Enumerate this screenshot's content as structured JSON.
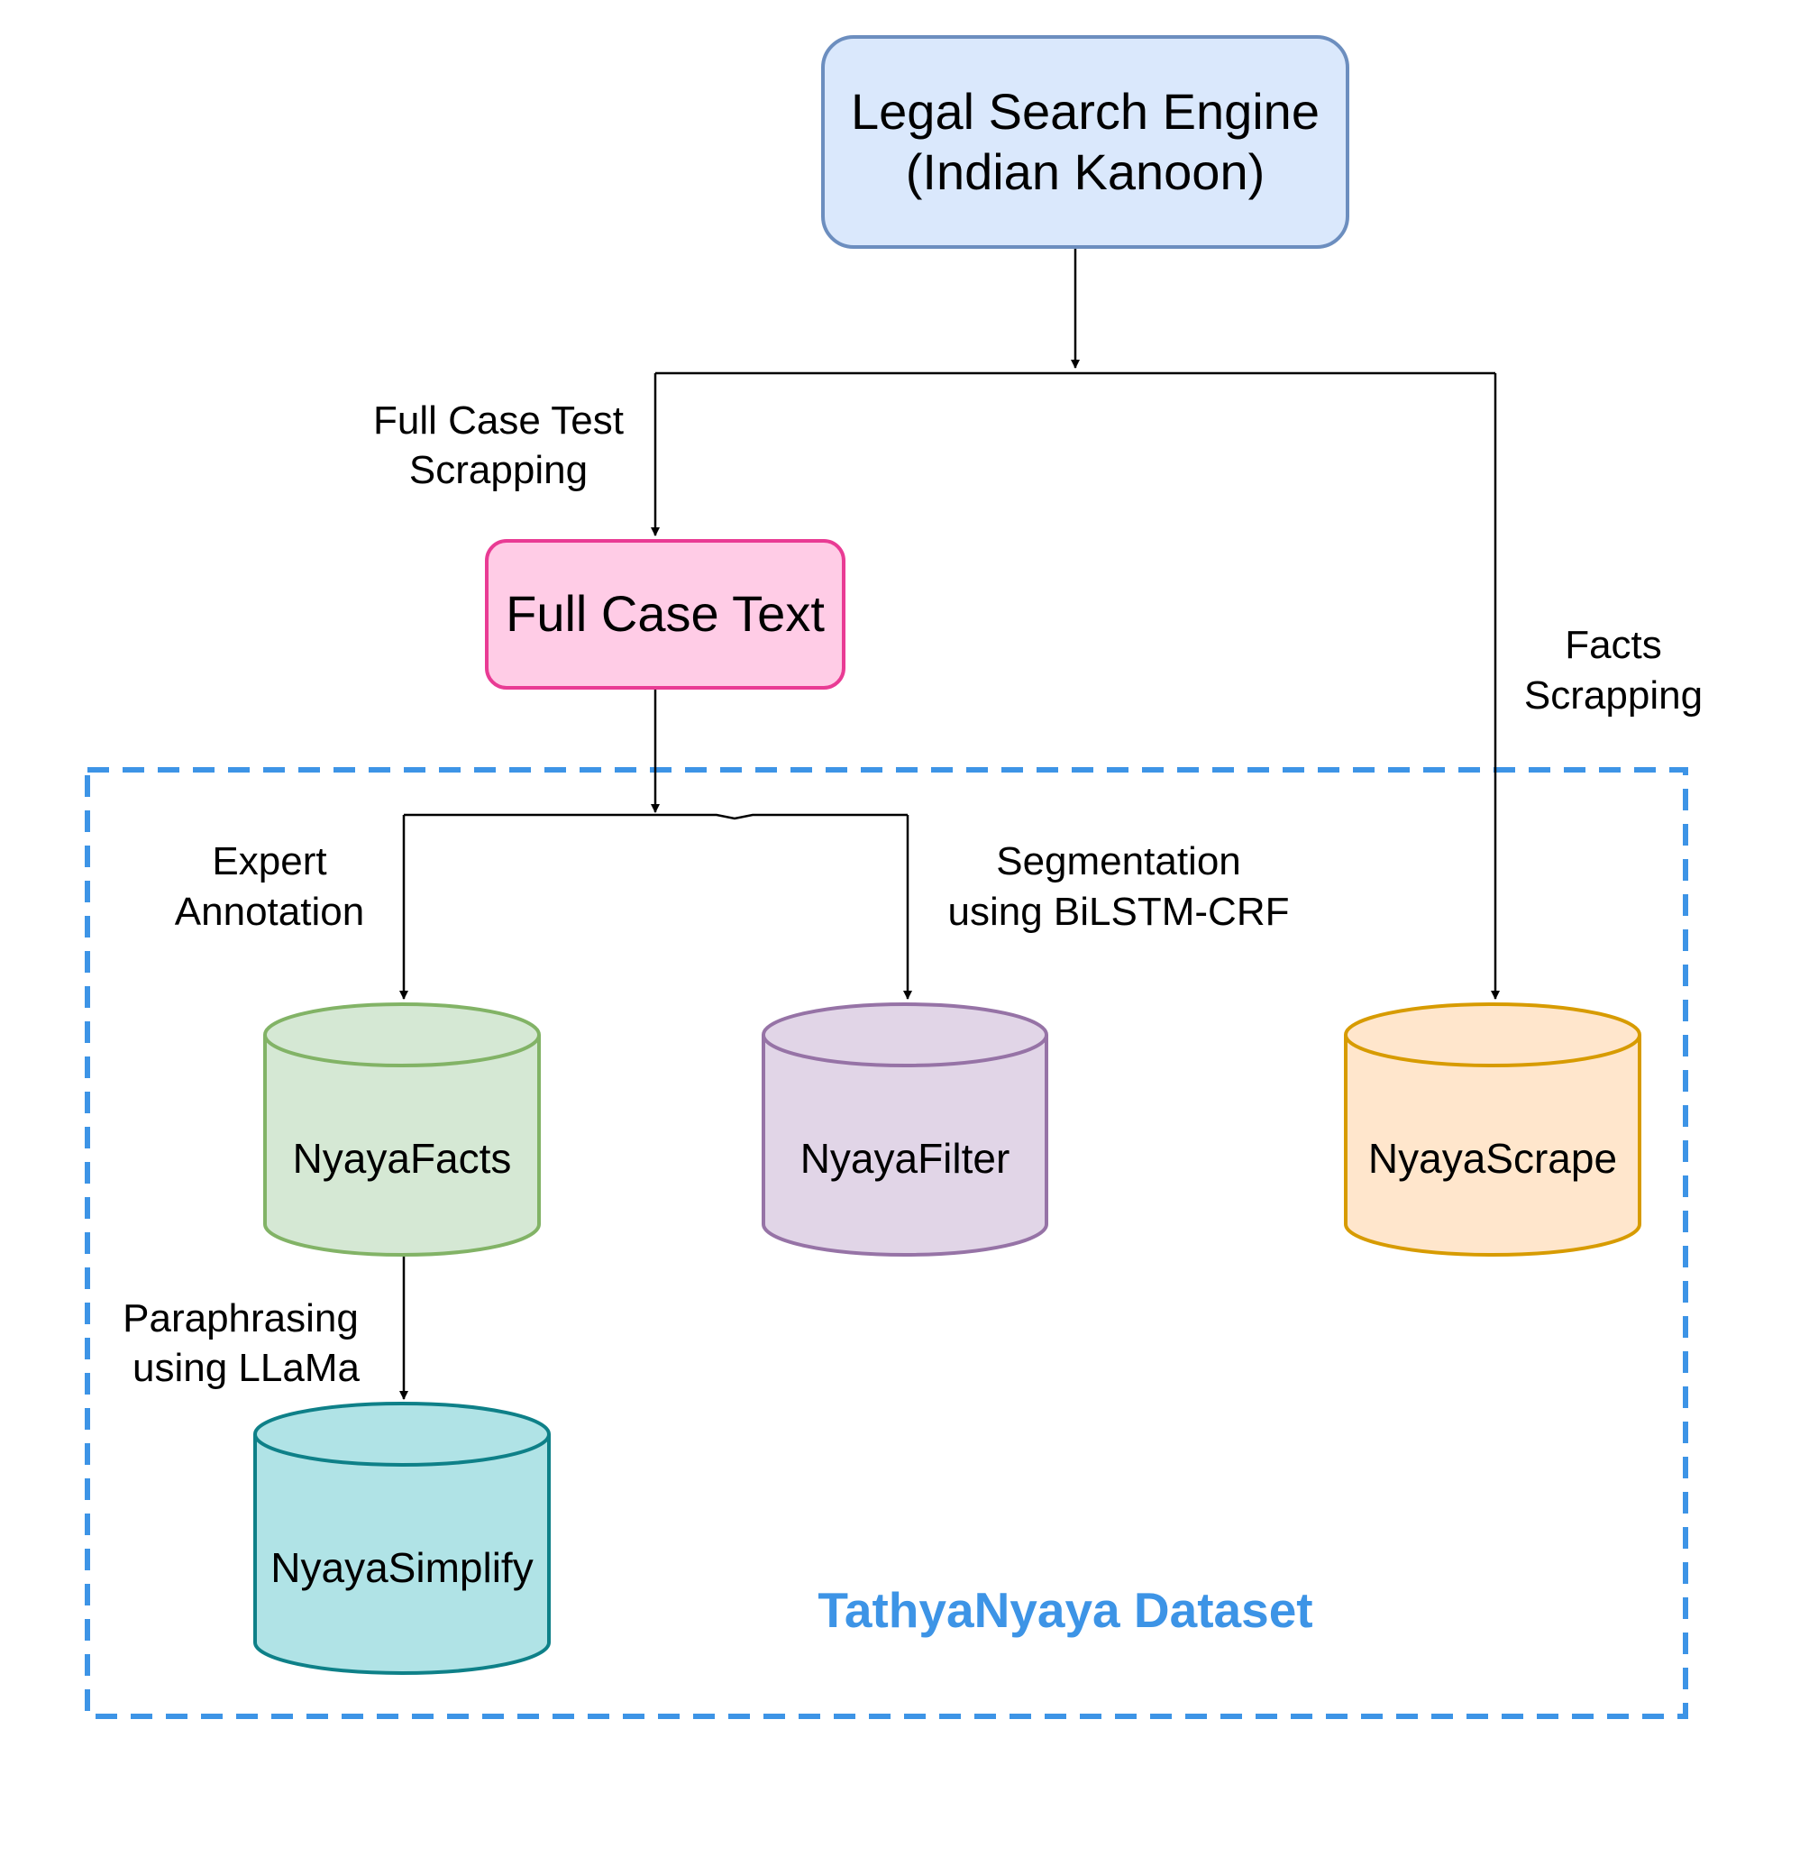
{
  "nodes": {
    "search_engine": {
      "line1": "Legal Search Engine",
      "line2": "(Indian Kanoon)",
      "fill": "#dae8fc",
      "stroke": "#6c8ebf"
    },
    "full_case_text": {
      "label": "Full Case Text",
      "fill": "#ffcce6",
      "stroke": "#e93b94"
    }
  },
  "edges": {
    "full_case_scrapping": {
      "line1": "Full Case Test",
      "line2": "Scrapping"
    },
    "facts_scrapping": {
      "line1": "Facts",
      "line2": "Scrapping"
    },
    "expert_annotation": {
      "line1": "Expert",
      "line2": "Annotation"
    },
    "segmentation": {
      "line1": "Segmentation",
      "line2": "using BiLSTM-CRF"
    },
    "paraphrasing": {
      "line1": "Paraphrasing",
      "line2": "using LLaMa"
    }
  },
  "databases": {
    "nyaya_facts": {
      "label": "NyayaFacts",
      "fill": "#d5e8d4",
      "stroke": "#82b366"
    },
    "nyaya_filter": {
      "label": "NyayaFilter",
      "fill": "#e1d5e7",
      "stroke": "#9673a6"
    },
    "nyaya_scrape": {
      "label": "NyayaScrape",
      "fill": "#ffe6cc",
      "stroke": "#d79b00"
    },
    "nyaya_simplify": {
      "label": "NyayaSimplify",
      "fill": "#b0e3e6",
      "stroke": "#0e8088"
    }
  },
  "dataset": {
    "title": "TathyaNyaya Dataset",
    "color": "#3d94e6"
  }
}
